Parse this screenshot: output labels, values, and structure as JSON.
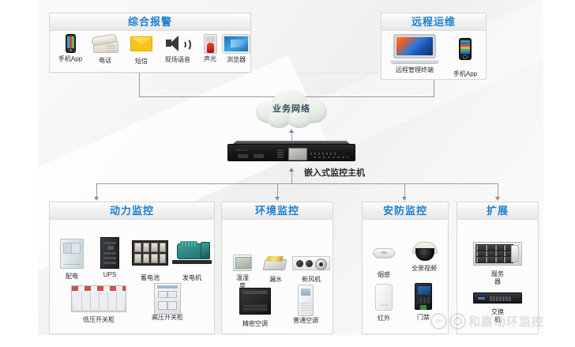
{
  "alarm_panel": {
    "title": "综合报警",
    "items": [
      {
        "label": "手机App",
        "icon": "smartphone-icon"
      },
      {
        "label": "电话",
        "icon": "desk-phone-icon"
      },
      {
        "label": "短信",
        "icon": "envelope-icon"
      },
      {
        "label": "现场语音",
        "icon": "speaker-icon"
      },
      {
        "label": "声光",
        "icon": "strobe-light-icon"
      },
      {
        "label": "浏览器",
        "icon": "monitor-icon"
      }
    ]
  },
  "remote_panel": {
    "title": "远程运维",
    "items": [
      {
        "label": "远程管理终端",
        "icon": "laptop-icon"
      },
      {
        "label": "手机App",
        "icon": "smartphone-icon"
      }
    ]
  },
  "cloud": {
    "label": "业务网络"
  },
  "host": {
    "label": "嵌入式监控主机"
  },
  "power_panel": {
    "title": "动力监控",
    "items": [
      {
        "label": "配电",
        "icon": "distribution-cabinet-icon"
      },
      {
        "label": "UPS",
        "icon": "ups-icon"
      },
      {
        "label": "蓄电池",
        "icon": "battery-rack-icon"
      },
      {
        "label": "发电机",
        "icon": "generator-icon"
      },
      {
        "label": "低压开关柜",
        "icon": "low-voltage-switchgear-icon"
      },
      {
        "label": "高压开关柜",
        "icon": "high-voltage-switchgear-icon"
      }
    ]
  },
  "environment_panel": {
    "title": "环境监控",
    "items": [
      {
        "label": "温湿度",
        "icon": "temperature-humidity-icon"
      },
      {
        "label": "漏水",
        "icon": "water-leak-icon"
      },
      {
        "label": "新风机",
        "icon": "fresh-air-fan-icon"
      },
      {
        "label": "精密空调",
        "icon": "precision-ac-icon"
      },
      {
        "label": "普通空调",
        "icon": "standard-ac-icon"
      }
    ]
  },
  "security_panel": {
    "title": "安防监控",
    "items": [
      {
        "label": "烟感",
        "icon": "smoke-detector-icon"
      },
      {
        "label": "全景视频",
        "icon": "dome-camera-icon"
      },
      {
        "label": "红外",
        "icon": "infrared-sensor-icon"
      },
      {
        "label": "门禁",
        "icon": "access-control-icon"
      }
    ]
  },
  "expansion_panel": {
    "title": "扩展",
    "items": [
      {
        "label": "服务器",
        "icon": "rack-server-icon"
      },
      {
        "label": "交换机",
        "icon": "network-switch-icon"
      }
    ]
  },
  "watermark": {
    "text": "和嘉动环监控",
    "mark": "du"
  },
  "colors": {
    "title_blue": "#1a7fd1",
    "line_gray": "#9a9a9a",
    "arrow_blue": "#6d86b8"
  }
}
